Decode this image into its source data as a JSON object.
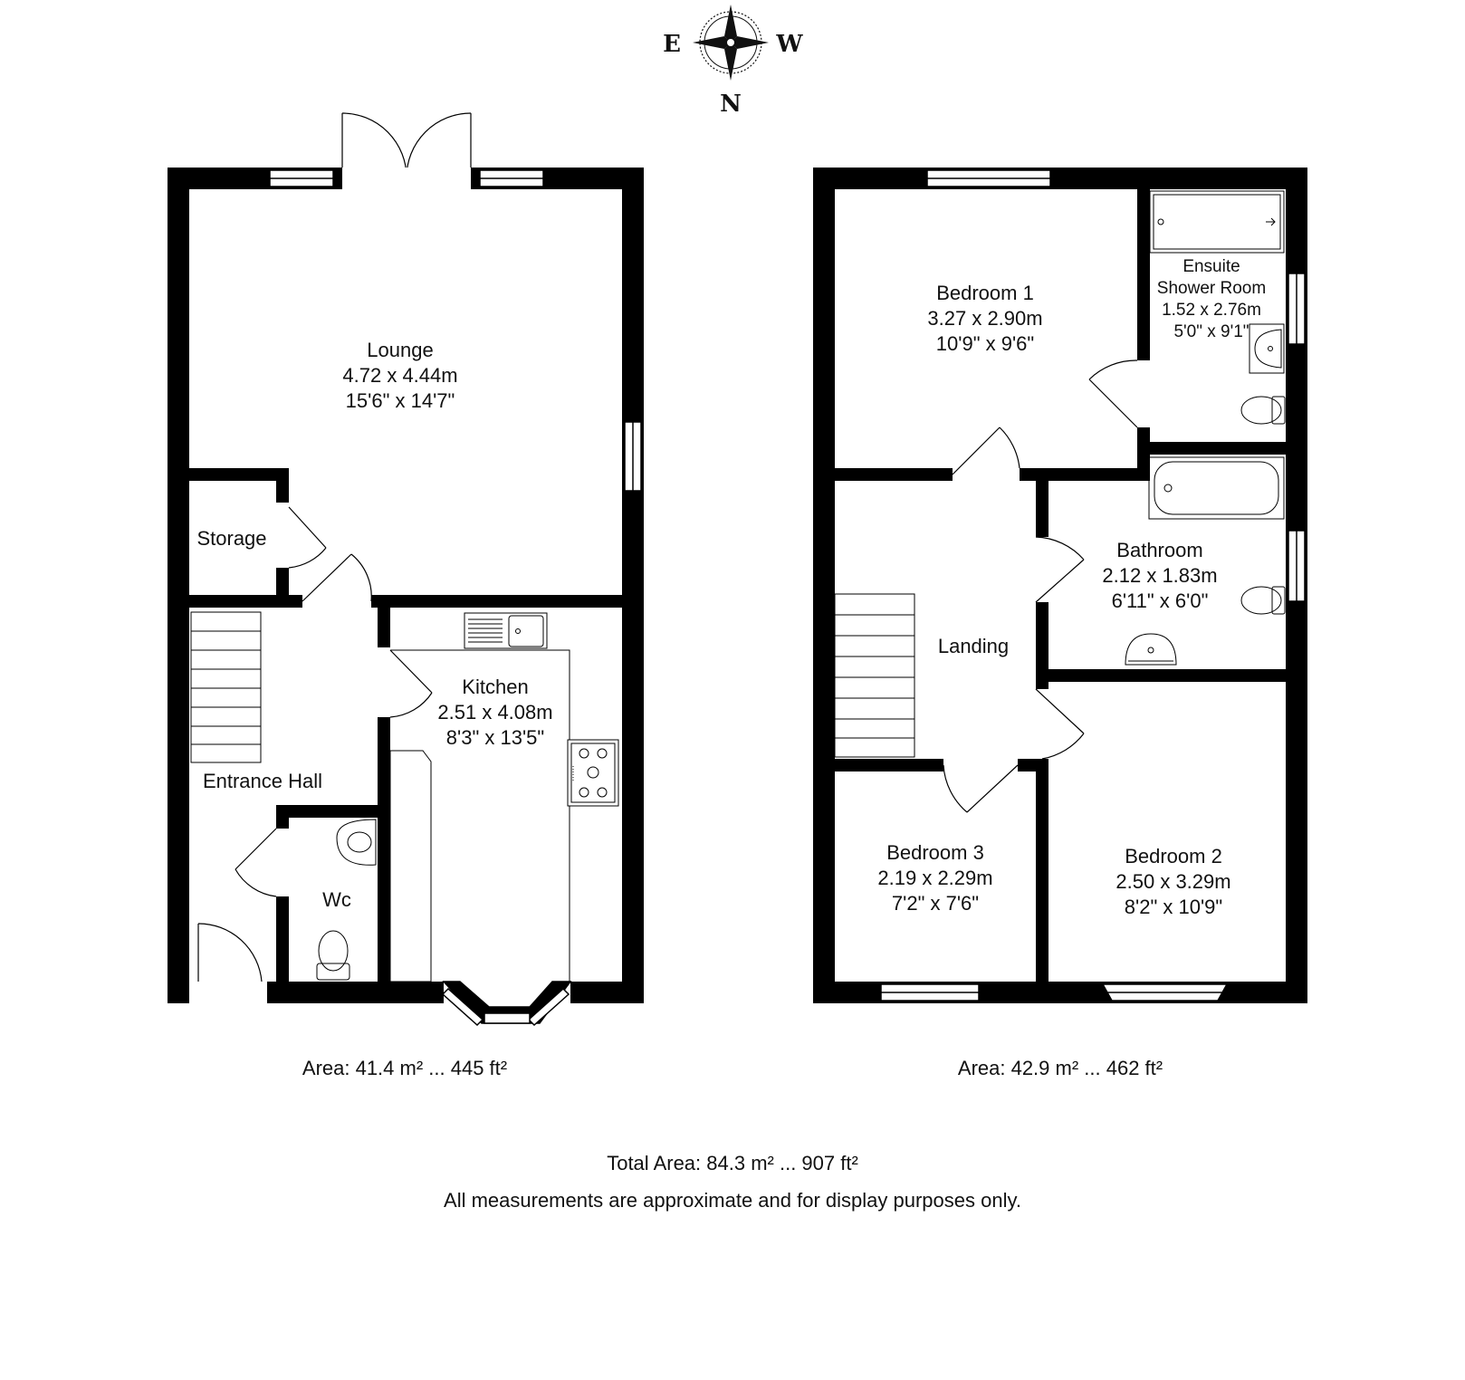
{
  "compass": {
    "east": "E",
    "west": "W",
    "north": "N"
  },
  "ground_floor": {
    "rooms": {
      "lounge": {
        "name": "Lounge",
        "metric": "4.72 x 4.44m",
        "imperial": "15'6\" x 14'7\""
      },
      "storage": {
        "name": "Storage"
      },
      "kitchen": {
        "name": "Kitchen",
        "metric": "2.51 x 4.08m",
        "imperial": "8'3\" x 13'5\""
      },
      "entrance_hall": {
        "name": "Entrance Hall"
      },
      "wc": {
        "name": "Wc"
      }
    },
    "area": "Area: 41.4 m² ... 445 ft²"
  },
  "first_floor": {
    "rooms": {
      "bedroom1": {
        "name": "Bedroom 1",
        "metric": "3.27 x 2.90m",
        "imperial": "10'9\" x 9'6\""
      },
      "ensuite": {
        "name_line1": "Ensuite",
        "name_line2": "Shower Room",
        "metric": "1.52 x 2.76m",
        "imperial": "5'0\" x 9'1\""
      },
      "bathroom": {
        "name": "Bathroom",
        "metric": "2.12 x 1.83m",
        "imperial": "6'11\" x 6'0\""
      },
      "landing": {
        "name": "Landing"
      },
      "bedroom3": {
        "name": "Bedroom 3",
        "metric": "2.19 x 2.29m",
        "imperial": "7'2\" x 7'6\""
      },
      "bedroom2": {
        "name": "Bedroom 2",
        "metric": "2.50 x 3.29m",
        "imperial": "8'2\" x 10'9\""
      }
    },
    "area": "Area: 42.9 m² ... 462 ft²"
  },
  "footer": {
    "total_area": "Total Area: 84.3 m² ... 907 ft²",
    "disclaimer": "All measurements are approximate and for display purposes only."
  }
}
